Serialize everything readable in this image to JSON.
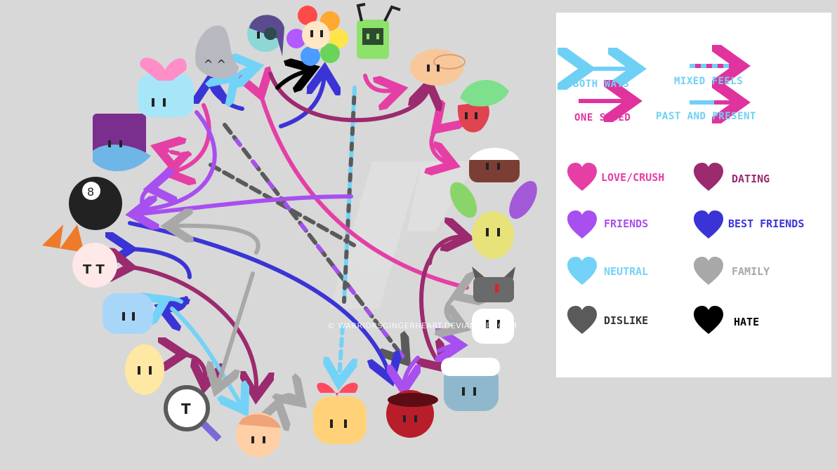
{
  "watermark": "© WARRIORSGINGERHEART.DEVIANTART.COM",
  "legend": {
    "arrows": [
      {
        "label": "BOTH WAYS",
        "color": "#6fd0f5"
      },
      {
        "label": "MIXED FEELS",
        "color": "#6fd0f5"
      },
      {
        "label": "ONE SIDED",
        "color": "#e0339e"
      },
      {
        "label": "PAST AND PRESENT",
        "color": "#6fd0f5"
      }
    ],
    "hearts": [
      {
        "label": "LOVE/CRUSH",
        "color": "#e53fa6"
      },
      {
        "label": "DATING",
        "color": "#9c2a6e"
      },
      {
        "label": "FRIENDS",
        "color": "#a84ff0"
      },
      {
        "label": "BEST FRIENDS",
        "color": "#3a34d6"
      },
      {
        "label": "NEUTRAL",
        "color": "#73d2f7"
      },
      {
        "label": "FAMILY",
        "color": "#a8a8a8"
      },
      {
        "label": "DISLIKE",
        "color": "#5a5a5a"
      },
      {
        "label": "HATE",
        "color": "#000000"
      }
    ]
  },
  "colors": {
    "love": "#e53fa6",
    "dating": "#9c2a6e",
    "friends": "#a84ff0",
    "best": "#3a34d6",
    "neutral": "#73d2f7",
    "family": "#a8a8a8",
    "dislike": "#5a5a5a",
    "hate": "#000000"
  }
}
